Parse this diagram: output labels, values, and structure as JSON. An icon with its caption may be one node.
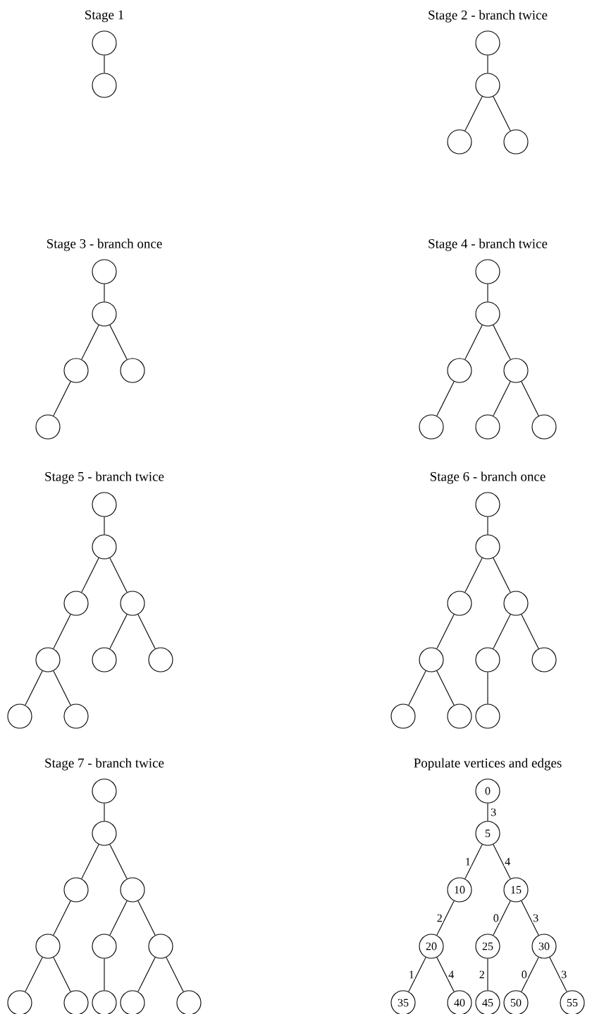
{
  "diagram": {
    "nodes": [
      {
        "text": [],
        "shape": "circle"
      },
      {
        "text": [],
        "shape": "circle"
      },
      {
        "text": [],
        "shape": "circle"
      },
      {
        "text": [],
        "shape": "circle"
      },
      {
        "text": [],
        "shape": "circle"
      },
      {
        "text": [],
        "shape": "circle"
      },
      {
        "text": [],
        "shape": "circle"
      },
      {
        "text": [],
        "shape": "circle"
      },
      {
        "text": [],
        "shape": "circle"
      },
      {
        "text": [],
        "shape": "circle"
      },
      {
        "text": [],
        "shape": "circle"
      },
      {
        "text": [],
        "shape": "circle"
      },
      {
        "text": [],
        "shape": "circle"
      },
      {
        "text": [],
        "shape": "circle"
      },
      {
        "text": [],
        "shape": "circle"
      },
      {
        "text": [],
        "shape": "circle"
      },
      {
        "text": [],
        "shape": "circle"
      },
      {
        "text": [],
        "shape": "circle"
      },
      {
        "text": [],
        "shape": "circle"
      },
      {
        "text": [],
        "shape": "circle"
      },
      {
        "text": [],
        "shape": "circle"
      },
      {
        "text": [],
        "shape": "circle"
      },
      {
        "text": [],
        "shape": "circle"
      },
      {
        "text": [],
        "shape": "circle"
      },
      {
        "text": [],
        "shape": "circle"
      },
      {
        "text": [],
        "shape": "circle"
      },
      {
        "text": [],
        "shape": "circle"
      },
      {
        "text": [],
        "shape": "circle"
      },
      {
        "text": [],
        "shape": "circle"
      },
      {
        "text": [],
        "shape": "circle"
      },
      {
        "text": [],
        "shape": "circle"
      },
      {
        "text": [],
        "shape": "circle"
      },
      {
        "text": [],
        "shape": "circle"
      },
      {
        "text": [],
        "shape": "circle"
      },
      {
        "text": [],
        "shape": "circle"
      },
      {
        "text": [],
        "shape": "circle"
      },
      {
        "text": [],
        "shape": "circle"
      },
      {
        "text": [],
        "shape": "circle"
      },
      {
        "text": [],
        "shape": "circle"
      },
      {
        "text": [],
        "shape": "circle"
      },
      {
        "text": [],
        "shape": "circle"
      },
      {
        "text": [],
        "shape": "circle"
      },
      {
        "text": [],
        "shape": "circle"
      },
      {
        "text": [],
        "shape": "circle"
      },
      {
        "text": [],
        "shape": "circle"
      },
      {
        "text": [],
        "shape": "circle"
      },
      {
        "text": [],
        "shape": "circle"
      },
      {
        "text": [],
        "shape": "circle"
      },
      {
        "text": [],
        "shape": "circle"
      },
      {
        "text": [
          "0"
        ]
      },
      {
        "text": [
          "5"
        ]
      },
      {
        "text": [
          "10"
        ]
      },
      {
        "text": [
          "15"
        ]
      },
      {
        "text": [
          "20"
        ]
      },
      {
        "text": [
          "25"
        ]
      },
      {
        "text": [
          "30"
        ]
      },
      {
        "text": [
          "35"
        ]
      },
      {
        "text": [
          "40"
        ]
      },
      {
        "text": [
          "45"
        ]
      },
      {
        "text": [
          "50"
        ]
      },
      {
        "text": [
          "55"
        ]
      }
    ],
    "edges": [
      {
        "from": 0,
        "to": 1,
        "arrow": "none"
      },
      {
        "from": 2,
        "to": 3,
        "arrow": "none"
      },
      {
        "from": 3,
        "to": 4,
        "arrow": "none"
      },
      {
        "from": 3,
        "to": 5,
        "arrow": "none"
      },
      {
        "from": 6,
        "to": 7,
        "arrow": "none"
      },
      {
        "from": 7,
        "to": 8,
        "arrow": "none"
      },
      {
        "from": 7,
        "to": 9,
        "arrow": "none"
      },
      {
        "from": 8,
        "to": 10,
        "arrow": "none"
      },
      {
        "from": 11,
        "to": 12,
        "arrow": "none"
      },
      {
        "from": 12,
        "to": 13,
        "arrow": "none"
      },
      {
        "from": 12,
        "to": 14,
        "arrow": "none"
      },
      {
        "from": 13,
        "to": 15,
        "arrow": "none"
      },
      {
        "from": 14,
        "to": 16,
        "arrow": "none"
      },
      {
        "from": 14,
        "to": 17,
        "arrow": "none"
      },
      {
        "from": 18,
        "to": 19,
        "arrow": "none"
      },
      {
        "from": 19,
        "to": 20,
        "arrow": "none"
      },
      {
        "from": 19,
        "to": 21,
        "arrow": "none"
      },
      {
        "from": 20,
        "to": 22,
        "arrow": "none"
      },
      {
        "from": 21,
        "to": 23,
        "arrow": "none"
      },
      {
        "from": 21,
        "to": 24,
        "arrow": "none"
      },
      {
        "from": 22,
        "to": 25,
        "arrow": "none"
      },
      {
        "from": 22,
        "to": 26,
        "arrow": "none"
      },
      {
        "from": 27,
        "to": 28,
        "arrow": "none"
      },
      {
        "from": 28,
        "to": 29,
        "arrow": "none"
      },
      {
        "from": 28,
        "to": 30,
        "arrow": "none"
      },
      {
        "from": 29,
        "to": 31,
        "arrow": "none"
      },
      {
        "from": 30,
        "to": 32,
        "arrow": "none"
      },
      {
        "from": 30,
        "to": 33,
        "arrow": "none"
      },
      {
        "from": 31,
        "to": 34,
        "arrow": "none"
      },
      {
        "from": 31,
        "to": 35,
        "arrow": "none"
      },
      {
        "from": 32,
        "to": 36,
        "arrow": "none"
      },
      {
        "from": 37,
        "to": 38,
        "arrow": "none"
      },
      {
        "from": 38,
        "to": 39,
        "arrow": "none"
      },
      {
        "from": 38,
        "to": 40,
        "arrow": "none"
      },
      {
        "from": 39,
        "to": 41,
        "arrow": "none"
      },
      {
        "from": 40,
        "to": 42,
        "arrow": "none"
      },
      {
        "from": 40,
        "to": 43,
        "arrow": "none"
      },
      {
        "from": 41,
        "to": 44,
        "arrow": "none"
      },
      {
        "from": 41,
        "to": 45,
        "arrow": "none"
      },
      {
        "from": 42,
        "to": 46,
        "arrow": "none"
      },
      {
        "from": 43,
        "to": 47,
        "arrow": "none"
      },
      {
        "from": 43,
        "to": 48,
        "arrow": "none"
      },
      {
        "from": 49,
        "to": 50,
        "arrow": "none",
        "label": "3"
      },
      {
        "from": 50,
        "to": 51,
        "arrow": "none",
        "label": "1"
      },
      {
        "from": 50,
        "to": 52,
        "arrow": "none",
        "label": "4"
      },
      {
        "from": 51,
        "to": 53,
        "arrow": "none",
        "label": "2"
      },
      {
        "from": 52,
        "to": 54,
        "arrow": "none",
        "label": "0"
      },
      {
        "from": 52,
        "to": 55,
        "arrow": "none",
        "label": "3"
      },
      {
        "from": 53,
        "to": 56,
        "arrow": "none",
        "label": "1"
      },
      {
        "from": 53,
        "to": 57,
        "arrow": "none",
        "label": "4"
      },
      {
        "from": 54,
        "to": 58,
        "arrow": "none",
        "label": "2"
      },
      {
        "from": 55,
        "to": 59,
        "arrow": "none",
        "label": "0"
      },
      {
        "from": 55,
        "to": 60,
        "arrow": "none",
        "label": "3"
      }
    ],
    "labels": [
      "Stage 1",
      "Stage 2 - branch twice",
      "Stage 3 - branch once",
      "Stage 4 - branch twice",
      "Stage 5 - branch twice",
      "Stage 6 - branch once",
      "Stage 7 - branch twice",
      "Populate vertices and edges"
    ]
  }
}
